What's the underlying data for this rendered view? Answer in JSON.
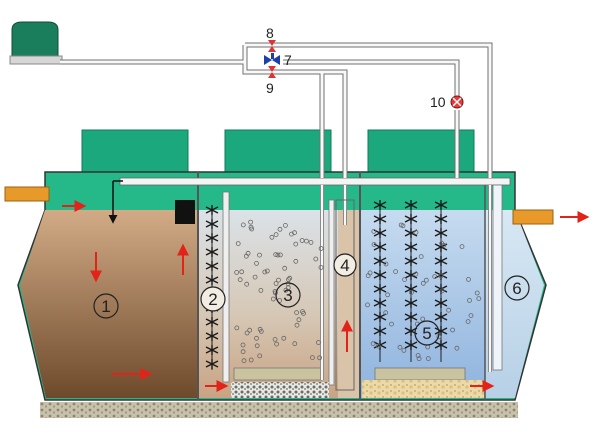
{
  "valves": {
    "v7": "7",
    "v8": "8",
    "v9": "9",
    "v10": "10"
  },
  "chambers": {
    "c1": "1",
    "c2": "2",
    "c3": "3",
    "c4": "4",
    "c5": "5",
    "c6": "6"
  },
  "colors": {
    "lid": "#1ba87c",
    "topband": "#26c08a",
    "chamber1": "#b98a64",
    "chamber3": "#c9c7c0",
    "chamber5": "#a9c9e6",
    "chamber6": "#cde0ef",
    "gravel": "#bdb7a2",
    "flow_arrow": "#e2231a",
    "pipe": "#f4f4f4",
    "inlet_outlet": "#e79a2a"
  }
}
